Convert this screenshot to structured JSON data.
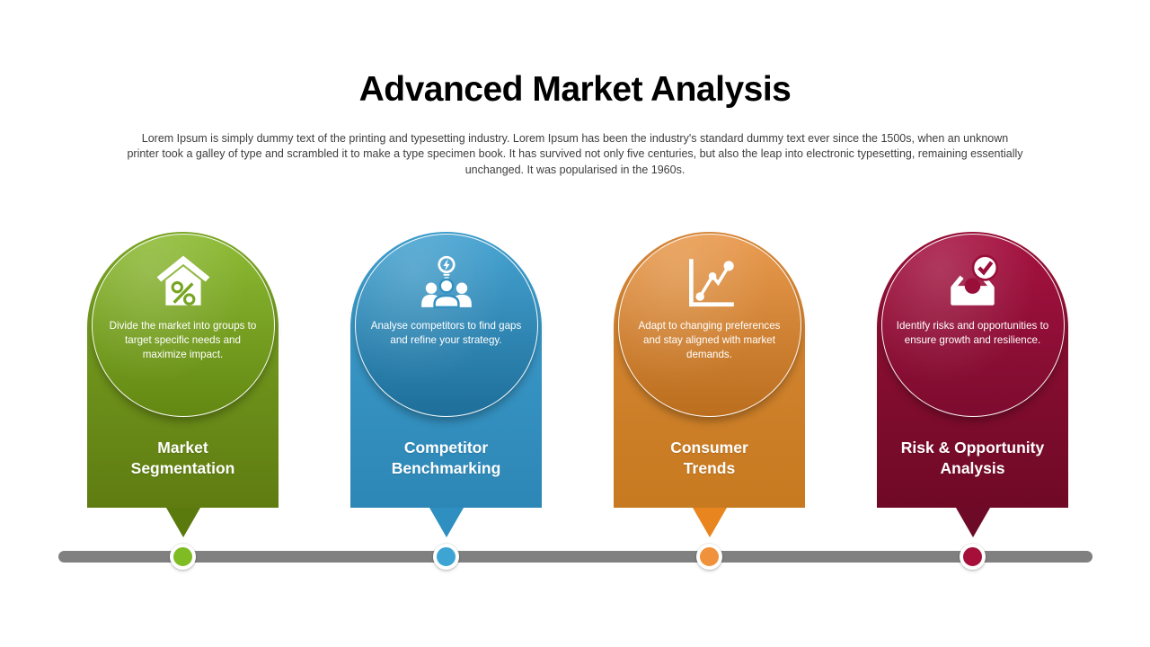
{
  "slide": {
    "title": "Advanced Market Analysis",
    "subtitle": "Lorem Ipsum is simply dummy text of the printing and typesetting industry. Lorem Ipsum has been the industry's standard dummy text ever since the 1500s, when an unknown printer took a galley of type and scrambled it to make a type specimen book. It has survived not only five centuries, but also the leap into electronic typesetting, remaining essentially unchanged. It was popularised in the 1960s."
  },
  "timeline": {
    "bar_color": "#808080"
  },
  "cards": [
    {
      "title_line1": "Market",
      "title_line2": "Segmentation",
      "description": "Divide the market into groups to target specific needs and maximize impact.",
      "icon": "house-percent-icon",
      "colors": {
        "circle_top": "#8dbb34",
        "circle_bottom": "#638812",
        "body_top": "#7ca826",
        "body_bottom": "#5f7c11",
        "pointer": "#5a7a0e",
        "dot": "#7fbb22",
        "icon_accent": "#76a521"
      }
    },
    {
      "title_line1": "Competitor",
      "title_line2": "Benchmarking",
      "description": "Analyse competitors to find gaps and refine your strategy.",
      "icon": "team-idea-icon",
      "colors": {
        "circle_top": "#46a3d1",
        "circle_bottom": "#1e6f9a",
        "body_top": "#3f9ecd",
        "body_bottom": "#2d87b6",
        "pointer": "#2e8fc0",
        "dot": "#3da4d4",
        "icon_accent": "#3191c1"
      }
    },
    {
      "title_line1": "Consumer",
      "title_line2": "Trends",
      "description": "Adapt to changing preferences and stay aligned with market demands.",
      "icon": "trend-chart-icon",
      "colors": {
        "circle_top": "#e99a4e",
        "circle_bottom": "#bb6e1e",
        "body_top": "#d8883a",
        "body_bottom": "#c77a1f",
        "pointer": "#e8851f",
        "dot": "#f0923c",
        "icon_accent": "#d07b26"
      }
    },
    {
      "title_line1": "Risk & Opportunity",
      "title_line2": "Analysis",
      "description": "Identify risks and opportunities to ensure growth and resilience.",
      "icon": "inbox-check-icon",
      "colors": {
        "circle_top": "#a61140",
        "circle_bottom": "#7d0c2f",
        "body_top": "#9a1239",
        "body_bottom": "#6f0926",
        "pointer": "#6d0a28",
        "dot": "#a50f3a",
        "icon_accent": "#9a0f3a"
      }
    }
  ]
}
